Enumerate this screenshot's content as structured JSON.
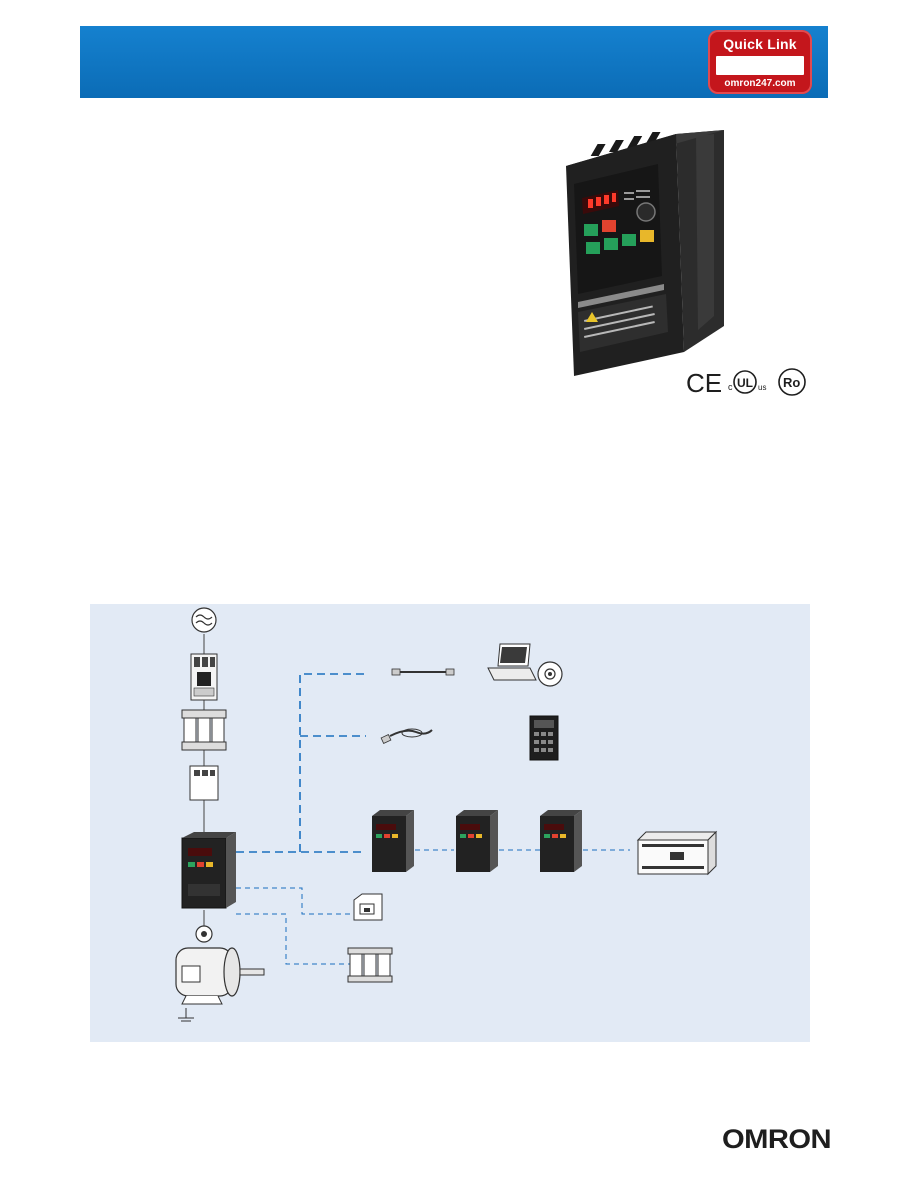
{
  "header": {
    "badge_title": "Quick Link",
    "badge_url": "omron247.com"
  },
  "certifications": {
    "ce": "CE",
    "ul_c": "c",
    "ul": "UL",
    "ul_us": "us",
    "ro": "Ro"
  },
  "logo": {
    "text": "OMRON"
  },
  "diagram": {
    "icons": [
      "ac-power-source-icon",
      "circuit-breaker-icon",
      "input-reactor-icon",
      "noise-filter-icon",
      "inverter-icon",
      "motor-icon",
      "usb-cable-icon",
      "laptop-icon",
      "software-cd-icon",
      "connection-cable-icon",
      "remote-operator-icon",
      "plc-icon",
      "braking-resistor-icon",
      "output-reactor-icon"
    ],
    "colors": {
      "panel": "#e2eaf5",
      "link": "#1a6fbf",
      "wire": "#444444"
    }
  }
}
